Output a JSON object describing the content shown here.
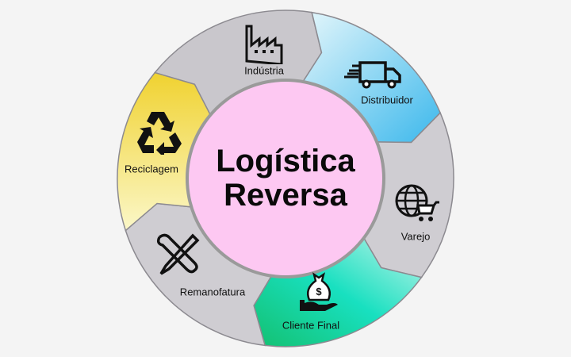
{
  "center": {
    "line1": "Logística",
    "line2": "Reversa"
  },
  "segments": [
    {
      "label": "Indústria",
      "icon": "factory-icon",
      "color": "#c8c6cb"
    },
    {
      "label": "Distribuidor",
      "icon": "delivery-truck-icon",
      "color": "#5ec8ee"
    },
    {
      "label": "Varejo",
      "icon": "globe-cart-icon",
      "color": "#c8c6cb"
    },
    {
      "label": "Cliente Final",
      "icon": "money-bag-hand-icon",
      "color": "#1fd4a8"
    },
    {
      "label": "Remanofatura",
      "icon": "tools-icon",
      "color": "#c8c6cb"
    },
    {
      "label": "Reciclagem",
      "icon": "recycle-icon",
      "color": "#f0d84a"
    }
  ],
  "colors": {
    "center": "#fdc8f2",
    "background": "#f4f4f4"
  }
}
